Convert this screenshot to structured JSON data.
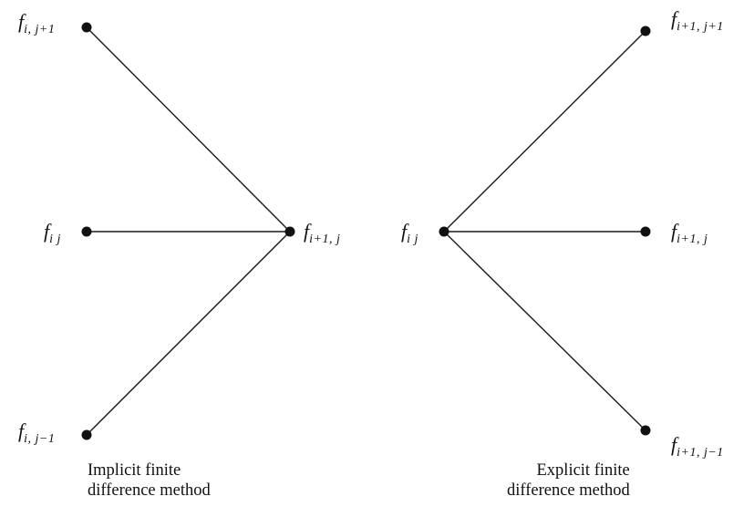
{
  "implicit": {
    "nodes": {
      "top": {
        "f": "f",
        "sub": "i, j+1"
      },
      "mid": {
        "f": "f",
        "sub": "i j"
      },
      "bottom": {
        "f": "f",
        "sub": "i, j−1"
      },
      "right": {
        "f": "f",
        "sub": "i+1, j"
      }
    },
    "caption_line1": "Implicit finite",
    "caption_line2": "difference method"
  },
  "explicit": {
    "nodes": {
      "left": {
        "f": "f",
        "sub": "i j"
      },
      "top": {
        "f": "f",
        "sub": "i+1, j+1"
      },
      "mid": {
        "f": "f",
        "sub": "i+1, j"
      },
      "bottom": {
        "f": "f",
        "sub": "i+1, j−1"
      }
    },
    "caption_line1": "Explicit finite",
    "caption_line2": "difference method"
  }
}
